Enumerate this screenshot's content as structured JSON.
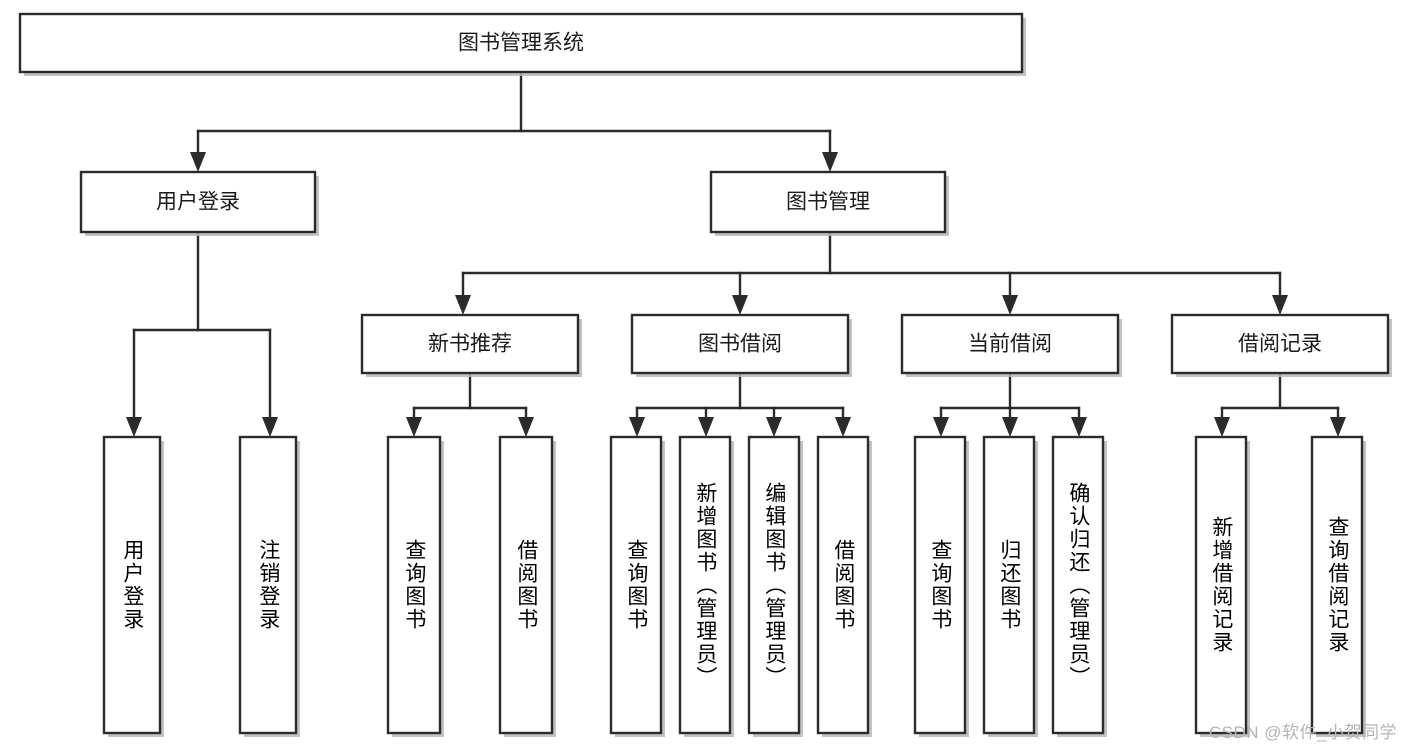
{
  "diagram": {
    "title": "图书管理系统",
    "type": "hierarchy-tree",
    "orientation": "top-down",
    "colors": {
      "box_stroke": "#2b2b2b",
      "box_fill": "#ffffff",
      "connector": "#2b2b2b",
      "background": "#ffffff",
      "watermark": "#b4b4b4"
    },
    "levels": {
      "root": {
        "label": "图书管理系统"
      },
      "level2": [
        {
          "label": "用户登录"
        },
        {
          "label": "图书管理"
        }
      ],
      "level3": [
        {
          "label": "新书推荐"
        },
        {
          "label": "图书借阅"
        },
        {
          "label": "当前借阅"
        },
        {
          "label": "借阅记录"
        }
      ],
      "leaves": {
        "user_login": [
          {
            "label": "用户登录"
          },
          {
            "label": "注销登录"
          }
        ],
        "new_book_recommend": [
          {
            "label": "查询图书"
          },
          {
            "label": "借阅图书"
          }
        ],
        "book_borrow": [
          {
            "label": "查询图书"
          },
          {
            "label": "新增图书（管理员）"
          },
          {
            "label": "编辑图书（管理员）"
          },
          {
            "label": "借阅图书"
          }
        ],
        "current_borrow": [
          {
            "label": "查询图书"
          },
          {
            "label": "归还图书"
          },
          {
            "label": "确认归还（管理员）"
          }
        ],
        "borrow_record": [
          {
            "label": "新增借阅记录"
          },
          {
            "label": "查询借阅记录"
          }
        ]
      }
    },
    "watermark": "CSDN @软件_小贺同学"
  }
}
